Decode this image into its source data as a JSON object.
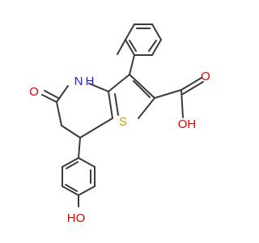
{
  "molecule": {
    "atoms": {
      "oxo": "O",
      "amine": "N",
      "amine_h": "H",
      "sulfur": "S",
      "acid_o": "OH",
      "acid_carbonyl_o": "O",
      "phenol_o": "HO"
    }
  },
  "colors": {
    "bond": "#3b3b3b",
    "oxygen": "#e00000",
    "nitrogen": "#1a1aff",
    "sulfur": "#c8a000"
  }
}
